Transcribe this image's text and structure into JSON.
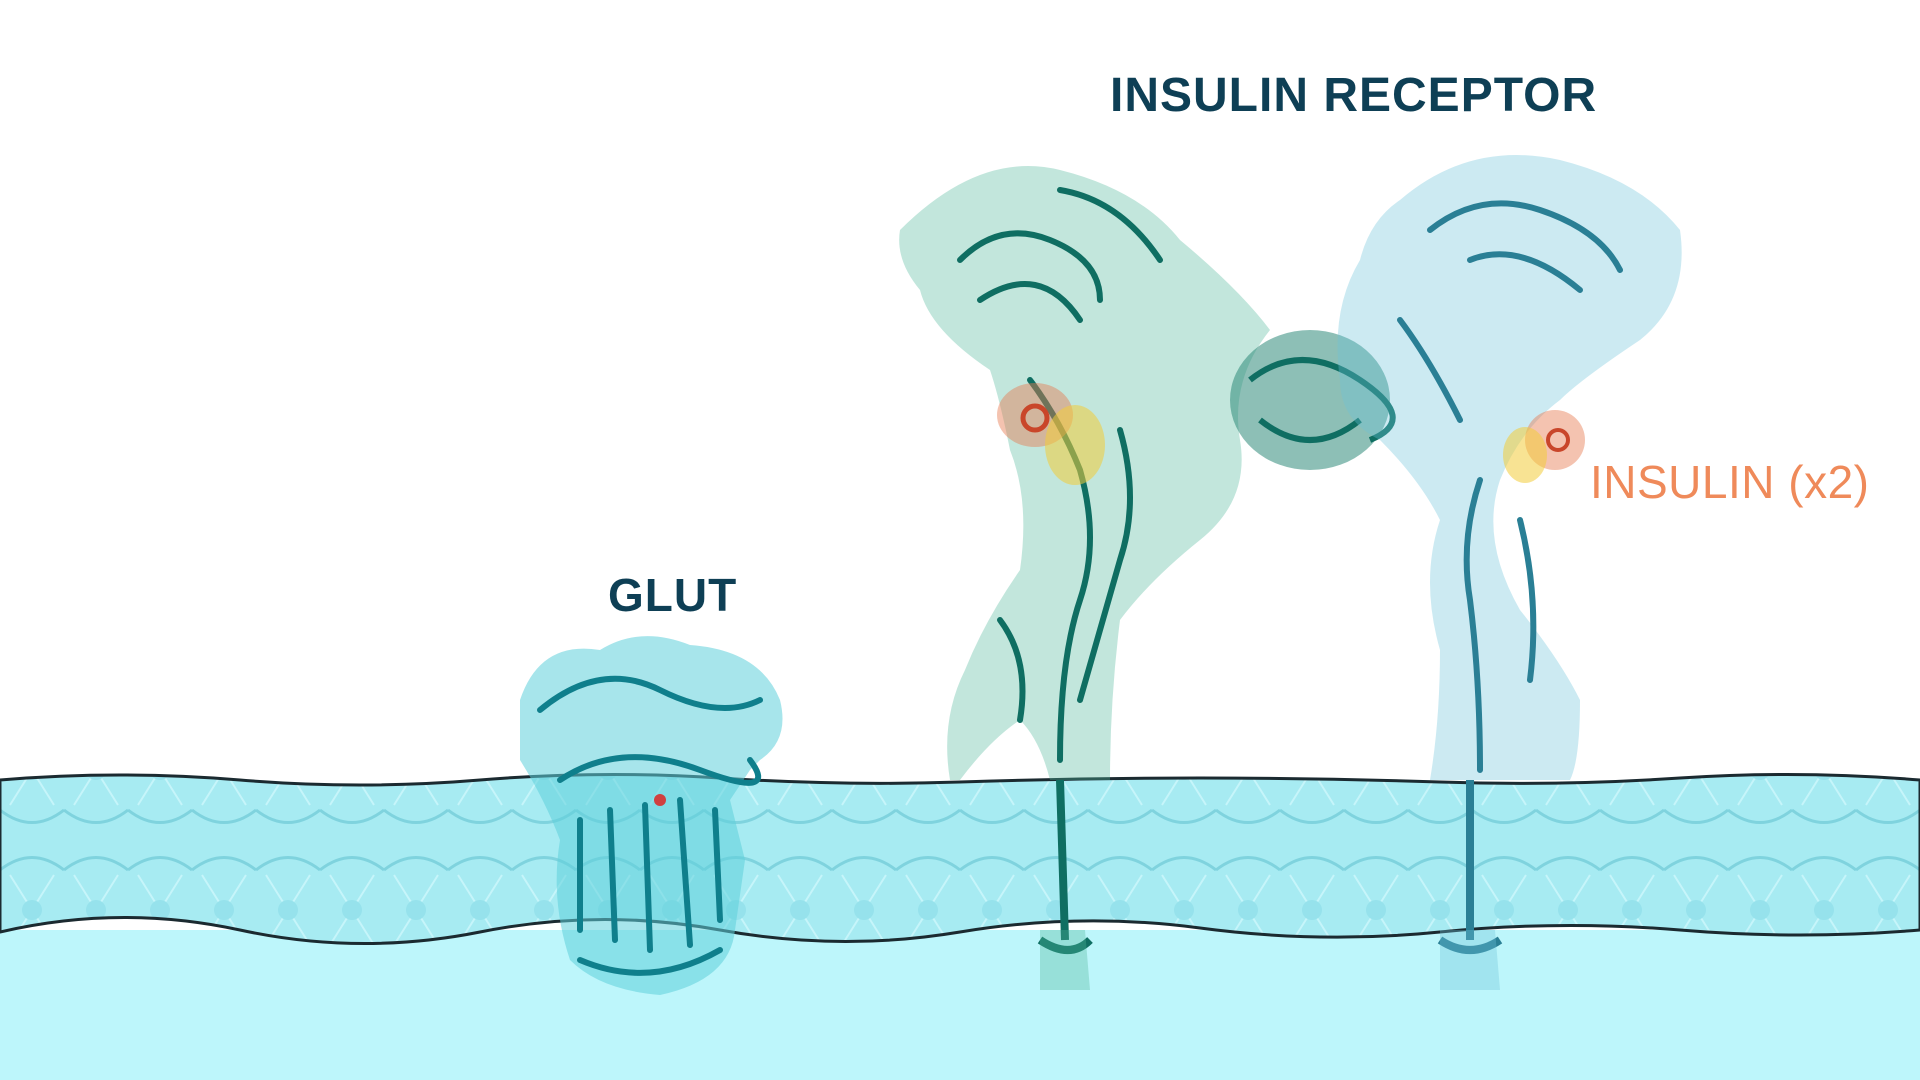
{
  "labels": {
    "insulin_receptor": "INSULIN RECEPTOR",
    "glut": "GLUT",
    "insulin": "INSULIN (x2)"
  },
  "colors": {
    "label_dark": "#0e3f55",
    "label_insulin": "#ef8a5a",
    "membrane": "#a8ecf2",
    "membrane_outline": "#1b2a30",
    "cytoplasm": "#bdf6fb",
    "receptor_left": "#0f6e62",
    "receptor_right": "#2a7f95",
    "glut": "#15808f",
    "insulin_orange": "#e77b4f",
    "insulin_yellow": "#f2cc3a"
  },
  "icons": [
    "insulin-receptor-structure",
    "glut-transporter-structure",
    "insulin-molecule",
    "lipid-membrane"
  ]
}
